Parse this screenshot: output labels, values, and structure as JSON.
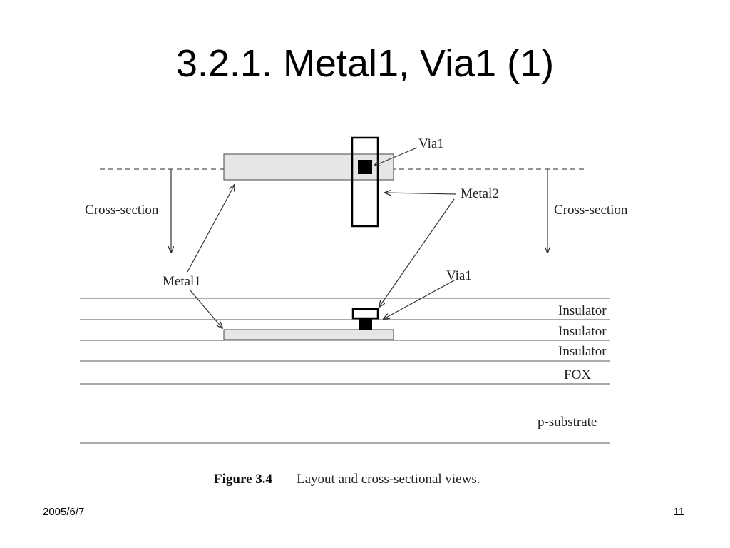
{
  "slide": {
    "title": "3.2.1. Metal1, Via1 (1)",
    "footer_date": "2005/6/7",
    "page_number": "11"
  },
  "diagram": {
    "layout_labels": {
      "via1": "Via1",
      "metal2": "Metal2",
      "cross_section_left": "Cross-section",
      "cross_section_right": "Cross-section",
      "metal1": "Metal1",
      "via1_cross": "Via1"
    },
    "layers": [
      "Insulator",
      "Insulator",
      "Insulator",
      "FOX",
      "p-substrate"
    ],
    "caption_label": "Figure 3.4",
    "caption_text": "Layout and cross-sectional views."
  }
}
